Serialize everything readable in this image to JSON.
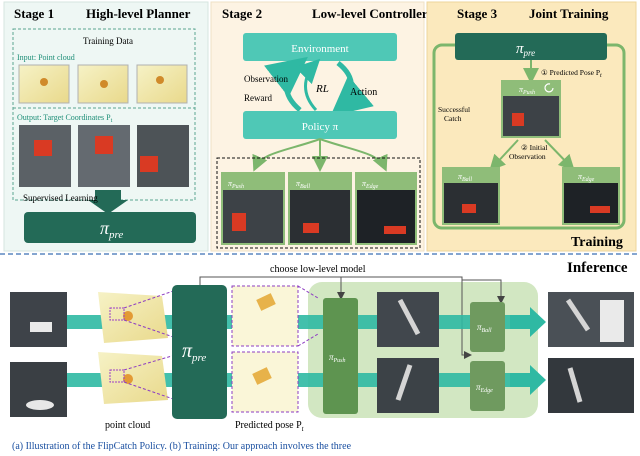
{
  "stage1": {
    "heading": "Stage 1",
    "title": "High-level Planner",
    "training_data": "Training Data",
    "input_label": "Input: Point cloud",
    "output_label": "Output: Target Coordinates P",
    "output_sub": "t",
    "supervised": "Supervised Learning",
    "pi_pre_main": "π",
    "pi_pre_sub": "pre"
  },
  "stage2": {
    "heading": "Stage 2",
    "title": "Low-level Controller",
    "environment": "Environment",
    "observation": "Observation",
    "reward": "Reward",
    "rl": "RL",
    "action": "Action",
    "policy": "Policy π",
    "tiles": [
      "Push",
      "Ball",
      "Edge"
    ]
  },
  "stage3": {
    "heading": "Stage 3",
    "title": "Joint Training",
    "step1": "① Predicted Pose P",
    "step1_sub": "t",
    "step2_line1": "② Initial",
    "step2_line2": "Observation",
    "catch_line1": "Successful",
    "catch_line2": "Catch",
    "push": "Push",
    "ball": "Ball",
    "edge": "Edge",
    "training": "Training"
  },
  "inference": {
    "title": "Inference",
    "choose": "choose low-level model",
    "point_cloud": "point cloud",
    "predicted_pose": "Predicted pose P",
    "predicted_pose_sub": "t",
    "push": "Push",
    "ball": "Ball",
    "edge": "Edge"
  },
  "caption": {
    "partial": "(a) Illustration of the FlipCatch Policy. (b) Training: Our approach involves the three"
  },
  "colors": {
    "stage1_bg": "#eef7f4",
    "stage2_bg": "#fdf3e3",
    "stage3_bg": "#fbe9bd",
    "dark_green": "#236a57",
    "teal": "#2fb9a3",
    "teal_light": "#4fc8b6",
    "infer_green": "#c9e3b5",
    "purple": "#8e3ec2"
  }
}
